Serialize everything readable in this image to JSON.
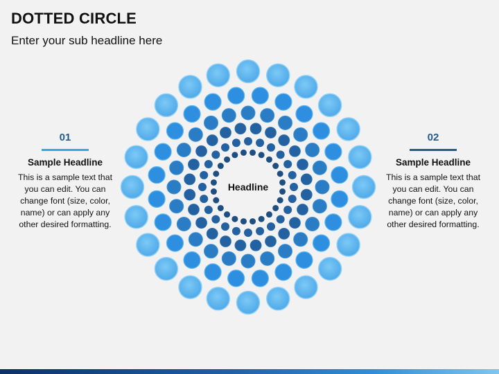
{
  "slide": {
    "title": "DOTTED CIRCLE",
    "subtitle": "Enter your sub headline here"
  },
  "diagram": {
    "center_label": "Headline",
    "colors": {
      "outer": "#5fb7ef",
      "outer_border": "#8fd0f7",
      "mid_bright": "#2e8fe0",
      "mid": "#2a7cc4",
      "inner": "#2461a0",
      "innermost": "#1f4f80"
    },
    "rings": [
      {
        "name": "ring-1",
        "count": 24
      },
      {
        "name": "ring-2",
        "count": 24
      },
      {
        "name": "ring-3",
        "count": 24
      },
      {
        "name": "ring-4",
        "count": 24
      },
      {
        "name": "ring-5",
        "count": 24
      },
      {
        "name": "ring-6",
        "count": 24
      }
    ]
  },
  "left_panel": {
    "number": "01",
    "headline": "Sample Headline",
    "body": "This is a sample text that you can edit. You can change font (size, color, name) or can apply any other desired formatting.",
    "accent": "#35a3e8"
  },
  "right_panel": {
    "number": "02",
    "headline": "Sample Headline",
    "body": "This is a sample text that you can edit. You can change font (size, color, name) or can apply any other desired formatting.",
    "accent": "#1f5b8f"
  }
}
